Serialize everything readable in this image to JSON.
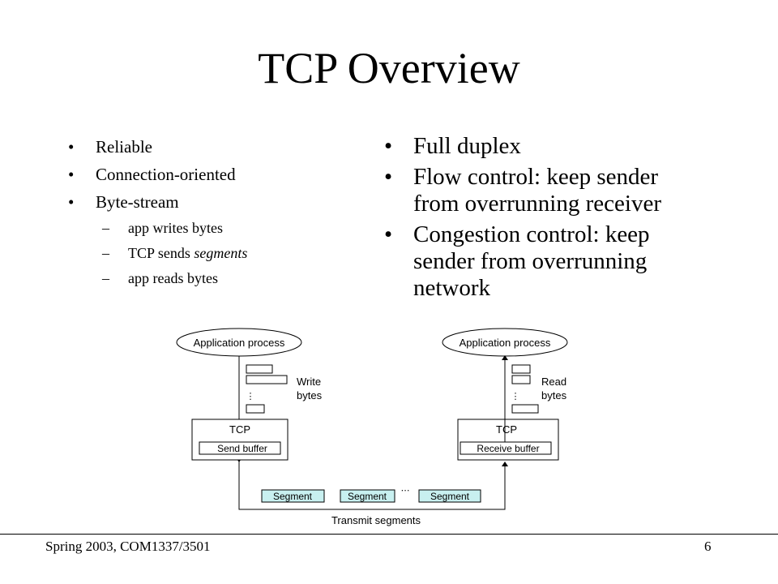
{
  "slide": {
    "title": "TCP Overview",
    "left_bullets": [
      "Reliable",
      "Connection-oriented",
      "Byte-stream"
    ],
    "sub_bullets": [
      {
        "prefix": "app writes bytes",
        "emph": "",
        "suffix": ""
      },
      {
        "prefix": "TCP sends ",
        "emph": "segments",
        "suffix": ""
      },
      {
        "prefix": "app reads bytes",
        "emph": "",
        "suffix": ""
      }
    ],
    "right_bullets": [
      "Full duplex",
      "Flow control: keep sender from overrunning receiver",
      "Congestion control: keep sender from overrunning network"
    ],
    "bullet_glyph": "•",
    "dash_glyph": "–"
  },
  "diagram": {
    "sender": {
      "app_label": "Application process",
      "tcp_label": "TCP",
      "buffer_label": "Send buffer",
      "action_line1": "Write",
      "action_line2": "bytes"
    },
    "receiver": {
      "app_label": "Application process",
      "tcp_label": "TCP",
      "buffer_label": "Receive buffer",
      "action_line1": "Read",
      "action_line2": "bytes"
    },
    "segments": [
      "Segment",
      "Segment",
      "Segment"
    ],
    "ellipsis": "⋯",
    "vertical_ellipsis": "⋮",
    "transmit_label": "Transmit segments",
    "segment_fill": "#c8f0f0"
  },
  "footer": {
    "course": "Spring 2003, COM1337/3501",
    "page_number": "6"
  }
}
